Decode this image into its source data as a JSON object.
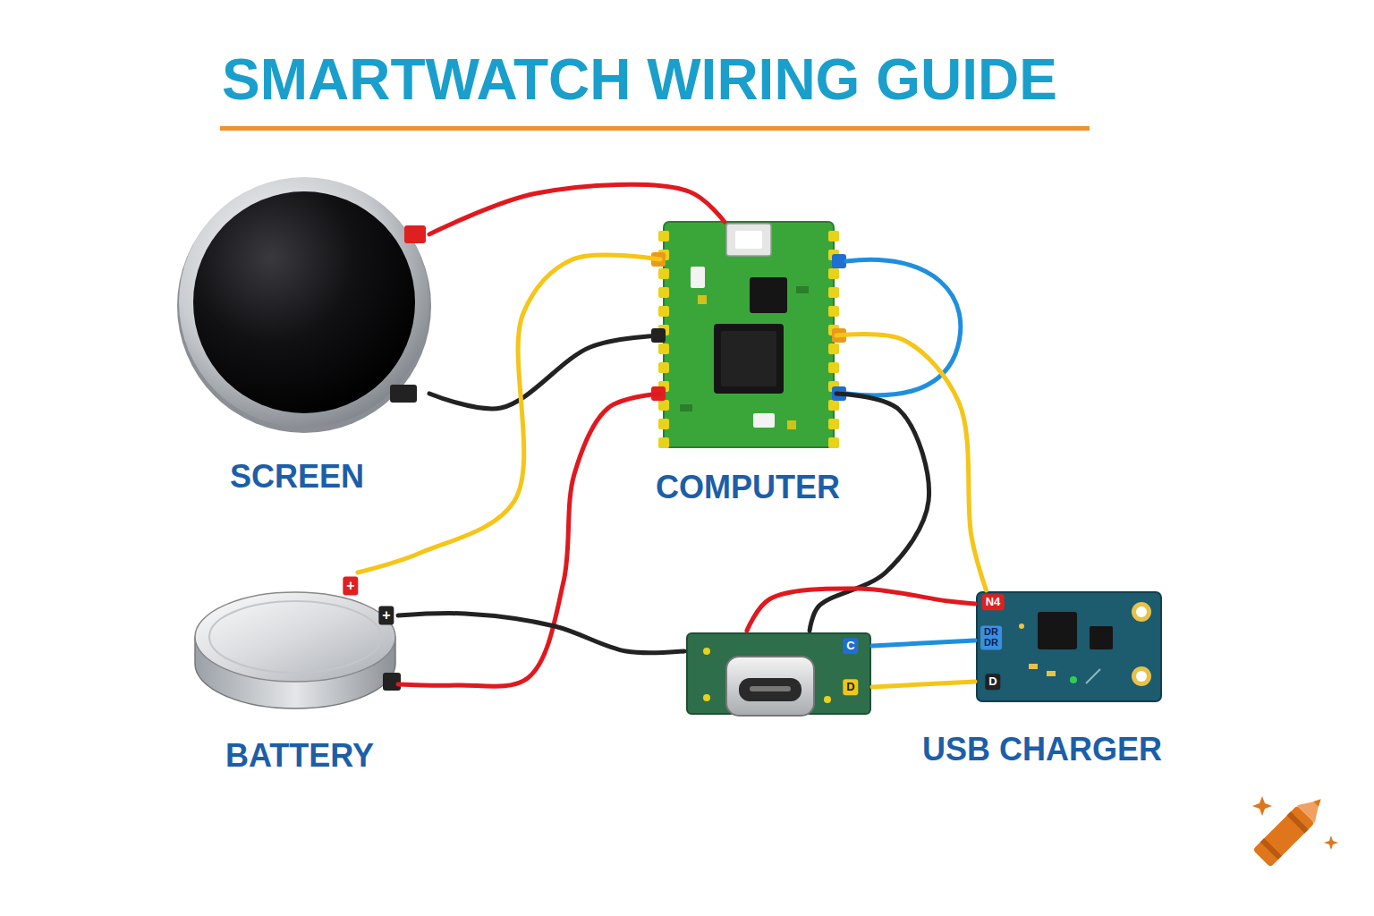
{
  "diagram": {
    "title": "SMARTWATCH WIRING GUIDE",
    "nodes": [
      {
        "text": [
          "SCREEN"
        ]
      },
      {
        "text": [
          "COMPUTER"
        ]
      },
      {
        "text": [
          "BATTERY"
        ]
      },
      {
        "text": [
          "C",
          "D"
        ]
      },
      {
        "text": [
          "USB CHARGER"
        ]
      }
    ],
    "edges": [
      {
        "from": 0,
        "to": 1,
        "arrow": "none"
      },
      {
        "from": 0,
        "to": 1,
        "arrow": "none"
      },
      {
        "from": 1,
        "to": 2,
        "arrow": "none"
      },
      {
        "from": 1,
        "to": 2,
        "arrow": "none"
      },
      {
        "from": 1,
        "to": 4,
        "arrow": "none"
      },
      {
        "from": 1,
        "to": 3,
        "arrow": "none"
      },
      {
        "from": 2,
        "to": 3,
        "arrow": "none"
      },
      {
        "from": 3,
        "to": 4,
        "arrow": "none"
      },
      {
        "from": 3,
        "to": 4,
        "arrow": "none"
      },
      {
        "from": 3,
        "to": 4,
        "arrow": "none"
      }
    ],
    "labels": [
      "+",
      "+",
      "N4",
      "DR DR",
      "D"
    ]
  }
}
